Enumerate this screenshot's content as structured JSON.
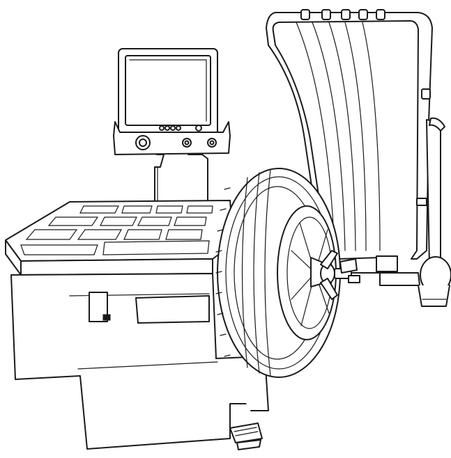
{
  "illustration": {
    "subject": "wheel-balancer-line-drawing",
    "stroke_color": "#1a1a1a",
    "background_color": "#ffffff",
    "components": [
      "monitor",
      "control-panel",
      "weight-tray",
      "cabinet",
      "wheel-guard",
      "wheel-tire",
      "pedal"
    ]
  }
}
